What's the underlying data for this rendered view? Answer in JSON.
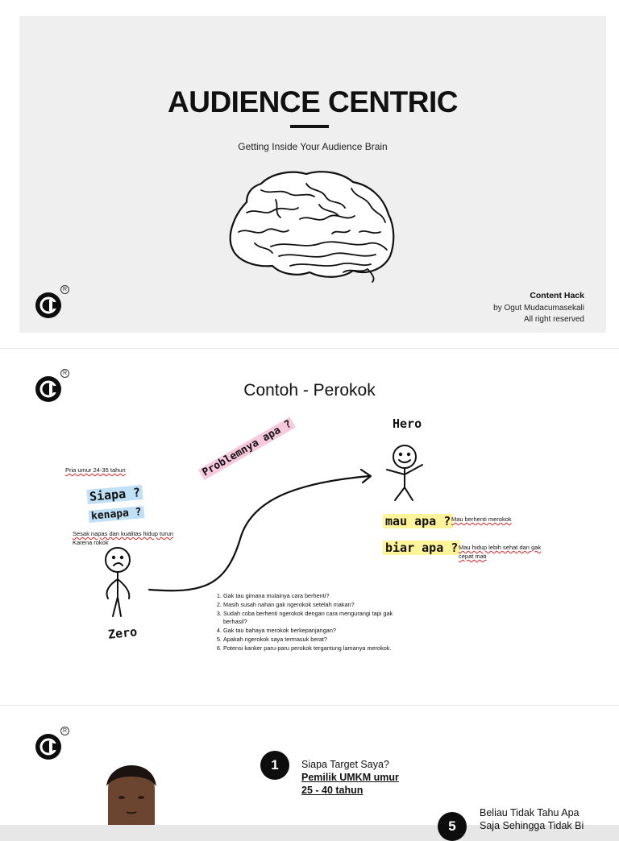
{
  "slide1": {
    "title": "AUDIENCE CENTRIC",
    "subtitle": "Getting Inside Your Audience Brain",
    "brand": "Content Hack",
    "author": "by Ogut Mudacumasekali",
    "rights": "All right reserved",
    "logo_mark": "C",
    "registered": "R"
  },
  "slide2": {
    "title": "Contoh - Perokok",
    "hero_label": "Hero",
    "zero_label": "Zero",
    "left_note": "Pria umur 24-35 tahun",
    "siapa": "Siapa ?",
    "kenapa": "kenapa ?",
    "kenapa_note_line1": "Sesak napas dan kualitas hidup turun",
    "kenapa_note_line2": "Karena rokok",
    "problem": "Problemnya apa ?",
    "mau_apa": "mau apa ?",
    "mau_apa_note": "Mau berhenti merokok",
    "biar_apa": "biar apa ?",
    "biar_apa_note_line1": "Mau hidup lebih sehat dan gak",
    "biar_apa_note_line2": "cepat mati",
    "problems": [
      "Gak tau gimana mulainya cara berhenti?",
      "Masih susah nahan gak ngerokok setelah makan?",
      "Sudah coba berhenti ngerokok dengan cara mengurangi tapi gak berhasil?",
      "Gak tau bahaya merokok berkepanjangan?",
      "Apakah ngerokok saya termasuk berat?",
      "Potensi kanker paru-paru perokok tergantung lamanya merokok."
    ]
  },
  "slide3": {
    "step1_number": "1",
    "step1_question": "Siapa Target Saya?",
    "step1_answer_line1": "Pemilik UMKM umur",
    "step1_answer_line2": "25 - 40 tahun",
    "step5_number": "5",
    "step5_text_line1": "Beliau Tidak Tahu Apa",
    "step5_text_line2": "Saja Sehingga Tidak Bi"
  },
  "colors": {
    "highlight_blue": "#bfe0f7",
    "highlight_pink": "#f8c9dc",
    "highlight_yellow": "#fff49a",
    "panel_gray": "#efefef",
    "ink": "#111111"
  },
  "icons": [
    "brand-logo-icon",
    "registered-icon",
    "brain-illustration",
    "hero-stick-figure",
    "zero-stick-figure",
    "journey-arrow",
    "person-photo"
  ]
}
